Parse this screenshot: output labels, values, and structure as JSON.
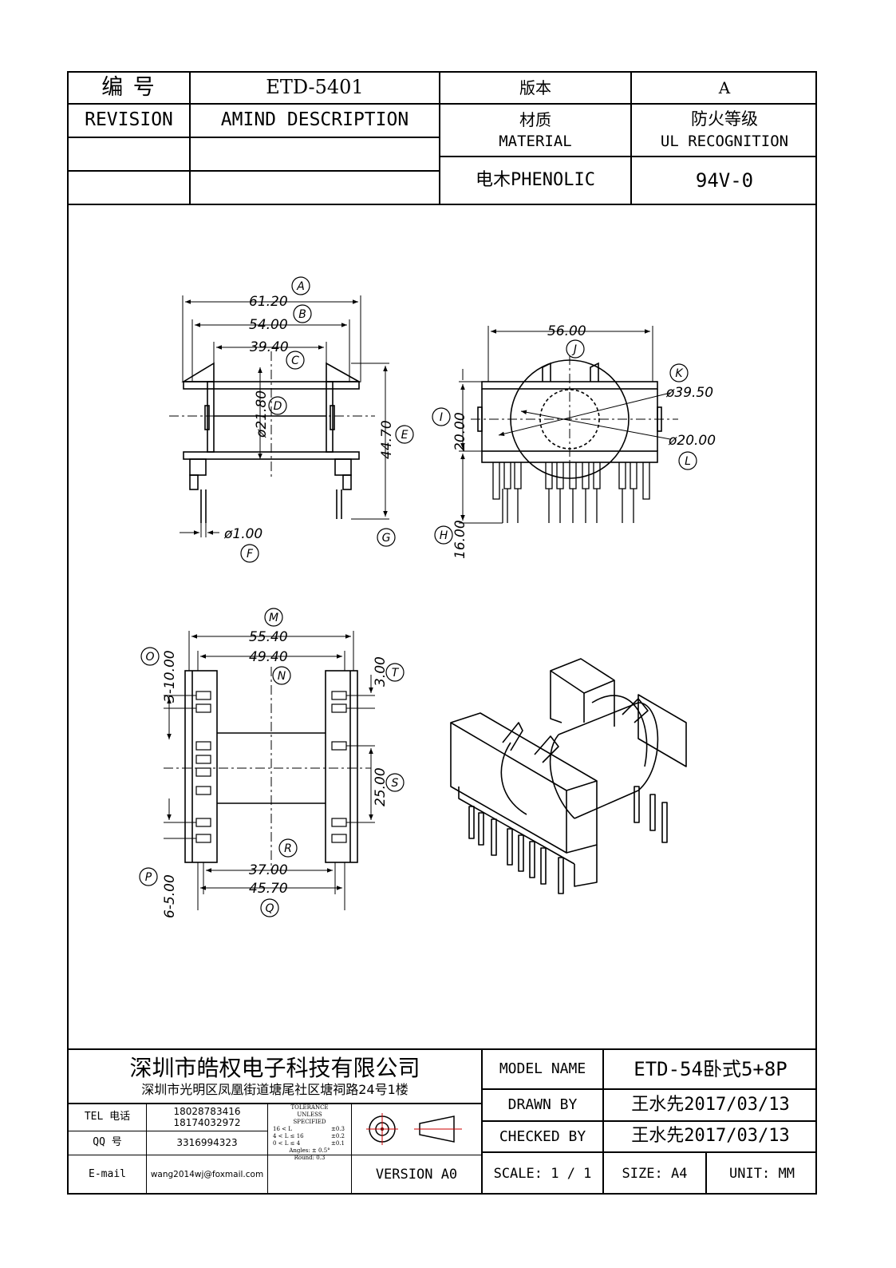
{
  "header": {
    "number_label": "编  号",
    "part_number": "ETD-5401",
    "version_label": "版本",
    "version_value": "A",
    "revision_label": "REVISION",
    "amind_description_label": "AMIND DESCRIPTION",
    "material_label_cn": "材质",
    "material_label_en": "MATERIAL",
    "fire_rating_label_cn": "防火等级",
    "fire_rating_label_en": "UL RECOGNITION",
    "material_value": "电木PHENOLIC",
    "fire_rating_value": "94V-0"
  },
  "drawing": {
    "dims": {
      "A": "61.20",
      "B": "54.00",
      "C": "39.40",
      "D": "ø21.80",
      "E": "44.70",
      "F": "ø1.00",
      "J": "56.00",
      "K": "ø39.50",
      "L": "ø20.00",
      "I": "20.00",
      "H": "16.00",
      "M": "55.40",
      "N": "49.40",
      "O": "3-10.00",
      "T": "3.00",
      "S": "25.00",
      "R": "37.00",
      "Q": "45.70",
      "P": "6-5.00"
    },
    "callouts": [
      "A",
      "B",
      "C",
      "D",
      "E",
      "F",
      "G",
      "H",
      "I",
      "J",
      "K",
      "L",
      "M",
      "N",
      "O",
      "P",
      "Q",
      "R",
      "S",
      "T"
    ]
  },
  "title_block": {
    "company_name": "深圳市皓权电子科技有限公司",
    "company_address": "深圳市光明区凤凰街道塘尾社区塘祠路24号1楼",
    "tel_label": "TEL 电话",
    "tel_values": [
      "18028783416",
      "18174032972"
    ],
    "qq_label": "QQ  号",
    "qq_value": "3316994323",
    "email_label": "E-mail",
    "email_value": "wang2014wj@foxmail.com",
    "tolerance_title": [
      "TOLERANCE",
      "UNLESS",
      "SPECIFIED"
    ],
    "tolerance_rows": [
      {
        "range": "16 < L",
        "tol": "±0.3"
      },
      {
        "range": "4 < L ≤ 16",
        "tol": "±0.2"
      },
      {
        "range": "0 < L ≤ 4",
        "tol": "±0.1"
      }
    ],
    "angles": "Angles: ± 0.5°",
    "round": "Round: 0.3",
    "version_text": "VERSION A0",
    "model_name_label": "MODEL NAME",
    "model_name_value": "ETD-54卧式5+8P",
    "drawn_by_label": "DRAWN BY",
    "drawn_by_value": "王水先2017/03/13",
    "checked_by_label": "CHECKED BY",
    "checked_by_value": "王水先2017/03/13",
    "scale_text": "SCALE: 1 / 1",
    "size_text": "SIZE: A4",
    "unit_text": "UNIT: MM"
  }
}
